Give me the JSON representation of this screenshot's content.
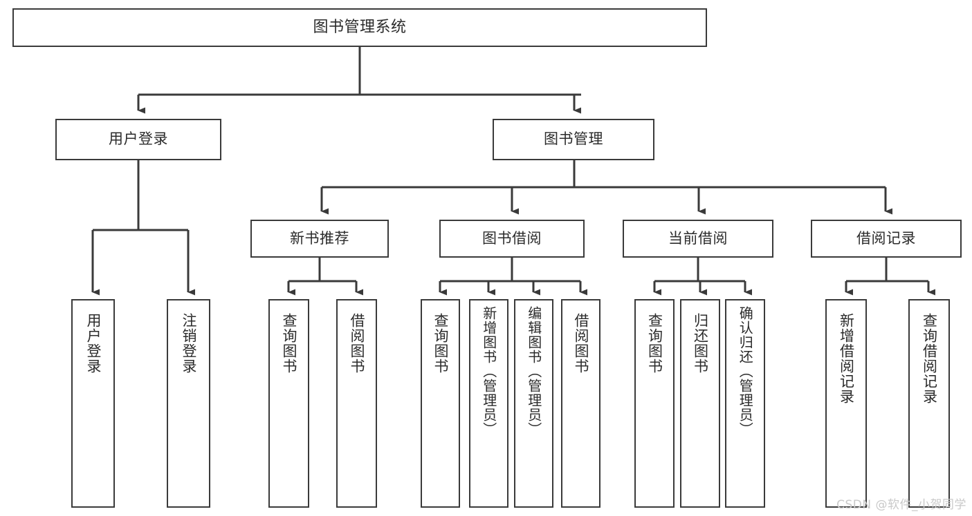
{
  "diagram": {
    "title": "图书管理系统",
    "type": "tree-hierarchy",
    "watermark": "CSDN @软件_小贺同学",
    "colors": {
      "background": "#ffffff",
      "box_border": "#3a3a3a",
      "box_fill": "#ffffff",
      "text": "#2b2b2b",
      "edge": "#3a3a3a",
      "watermark": "#c9c9c9"
    },
    "nodes": {
      "root": {
        "label": "图书管理系统"
      },
      "level1": [
        {
          "label": "用户登录"
        },
        {
          "label": "图书管理"
        }
      ],
      "level2": [
        {
          "label": "新书推荐"
        },
        {
          "label": "图书借阅"
        },
        {
          "label": "当前借阅"
        },
        {
          "label": "借阅记录"
        }
      ],
      "leaves": {
        "user_login": [
          {
            "label": "用户登录"
          },
          {
            "label": "注销登录"
          }
        ],
        "new_book_recommend": [
          {
            "label": "查询图书"
          },
          {
            "label": "借阅图书"
          }
        ],
        "book_borrow": [
          {
            "label": "查询图书"
          },
          {
            "label": "新增图书（管理员）"
          },
          {
            "label": "编辑图书（管理员）"
          },
          {
            "label": "借阅图书"
          }
        ],
        "current_borrow": [
          {
            "label": "查询图书"
          },
          {
            "label": "归还图书"
          },
          {
            "label": "确认归还（管理员）"
          }
        ],
        "borrow_records": [
          {
            "label": "新增借阅记录"
          },
          {
            "label": "查询借阅记录"
          }
        ]
      }
    }
  }
}
